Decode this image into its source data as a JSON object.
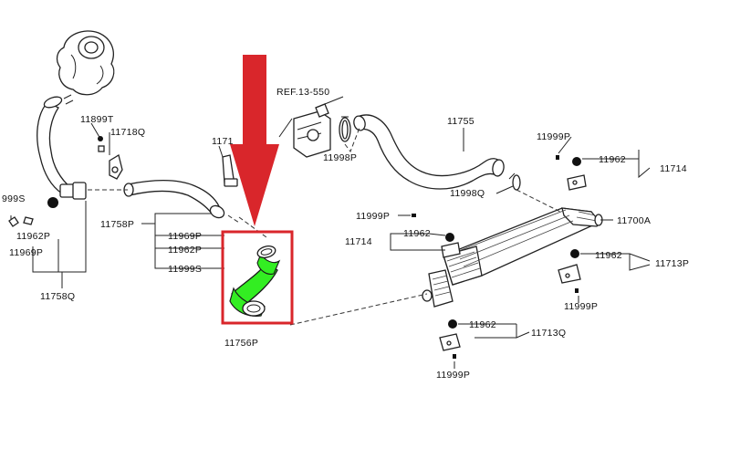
{
  "diagram": {
    "labels": {
      "ref": "REF.13-550",
      "p11899T": "11899T",
      "p11718Q": "11718Q",
      "p1171x": "1171",
      "p999S": "999S",
      "p11962P_left": "11962P",
      "p11969P_left": "11969P",
      "p11758Q": "11758Q",
      "p11758P": "11758P",
      "p11969P": "11969P",
      "p11962P": "11962P",
      "p11999S": "11999S",
      "p11756P": "11756P",
      "p11998P": "11998P",
      "p11755": "11755",
      "p11998Q": "11998Q",
      "p11999P_top": "11999P",
      "p11962_top": "11962",
      "p11714_right": "11714",
      "p11999P_mid": "11999P",
      "p11714_mid": "11714",
      "p11962_mid": "11962",
      "p11700A": "11700A",
      "p11962_right": "11962",
      "p11713P": "11713P",
      "p11999P_right": "11999P",
      "p11962_bottom": "11962",
      "p11713Q": "11713Q",
      "p11999P_bottom": "11999P"
    },
    "colors": {
      "highlight_box": "#d9262b",
      "arrow": "#d9262b",
      "highlighted_part": "#33ee22",
      "linework": "#222222"
    }
  }
}
